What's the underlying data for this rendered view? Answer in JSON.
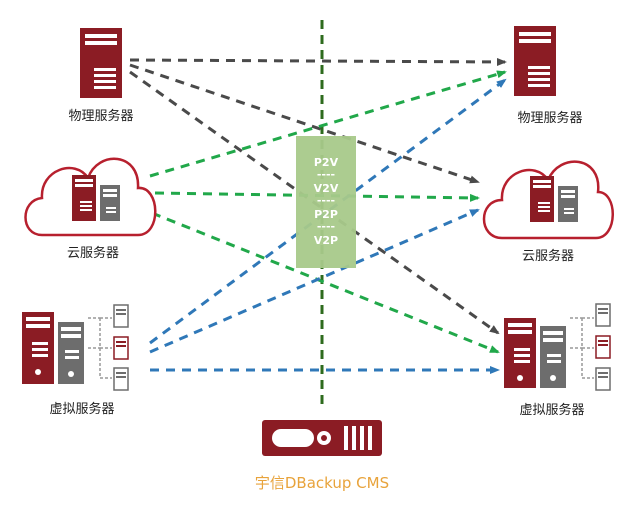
{
  "labels": {
    "left_physical": "物理服务器",
    "left_cloud": "云服务器",
    "left_virtual": "虚拟服务器",
    "right_physical": "物理服务器",
    "right_cloud": "云服务器",
    "right_virtual": "虚拟服务器"
  },
  "center_box": {
    "line1": "P2V",
    "sep1": "----",
    "line2": "V2V",
    "sep2": "----",
    "line3": "P2P",
    "sep3": "----",
    "line4": "V2P"
  },
  "product": {
    "name": "宇信DBackup CMS"
  },
  "colors": {
    "server_red": "#8b1c24",
    "server_gray": "#6d6d6d",
    "cloud_outline": "#b7202e",
    "center_box": "#a8c98a",
    "arrow_gray": "#4a4a4a",
    "arrow_green": "#21a84a",
    "arrow_blue": "#2f78b8",
    "divider_green": "#2e6b1e",
    "brand_text": "#e8a33b"
  },
  "icons": {
    "physical_server": "server-tower-icon",
    "cloud": "cloud-icon",
    "virtual": "virtual-server-icon",
    "appliance": "backup-appliance-icon"
  }
}
